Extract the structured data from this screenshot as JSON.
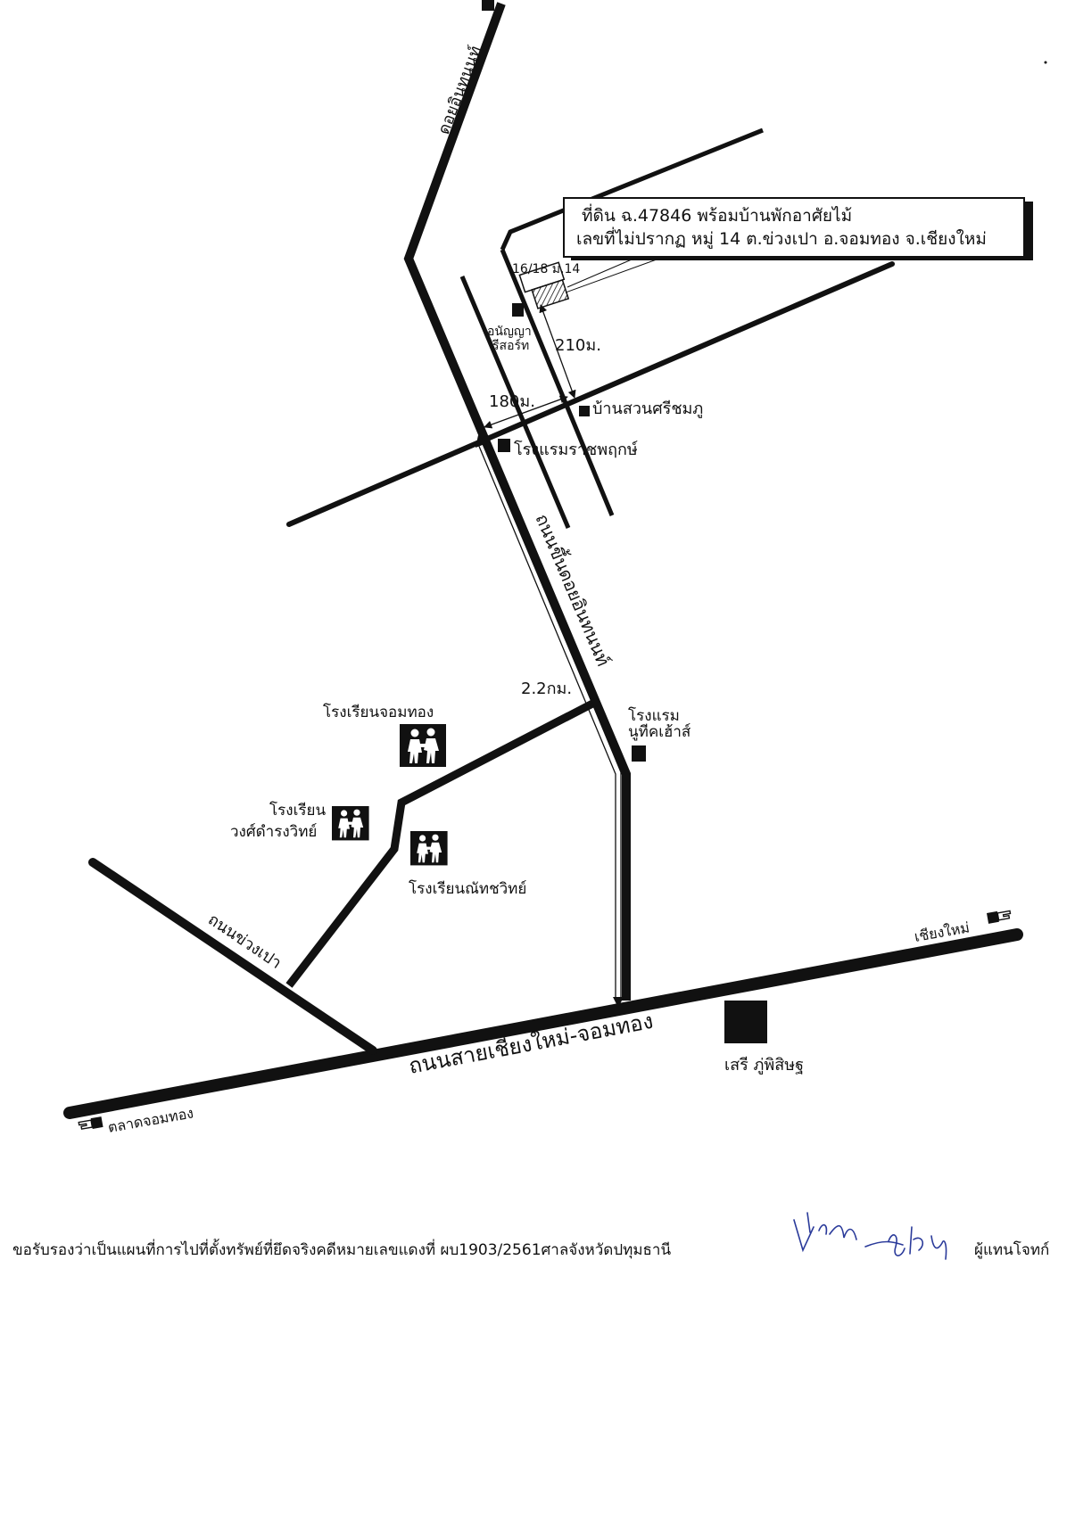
{
  "plot": {
    "title_line1": "ที่ดิน ฉ.47846 พร้อมบ้านพักอาศัยไม้",
    "title_line2": "เลขที่ไม่ปรากฏ หมู่ 14 ต.ข่วงเปา อ.จอมทอง จ.เชียงใหม่",
    "house_no": "16/18 ม.14"
  },
  "roads": {
    "doi_inthanon_top": "ดอยอินทนนท์",
    "doi_inthanon_road": "ถนนขึ้นดอยอินทนนท์",
    "chiangmai_jomthong": "ถนนสายเชียงใหม่-จอมทอง",
    "khuang_pao": "ถนนข่วงเปา",
    "to_chiangmai": "เชียงใหม่",
    "to_market": "ตลาดจอมทอง"
  },
  "distances": {
    "d210": "210ม.",
    "d180": "180ม.",
    "d22": "2.2กม."
  },
  "landmarks": {
    "anyanya_1": "อนัญญา",
    "anyanya_2": "รีสอร์ท",
    "ban_suan": "บ้านสวนศรีชมภู",
    "rachaphruek": "โรงแรมราชพฤกษ์",
    "nutty_1": "โรงแรม",
    "nutty_2": "นูทีคเฮ้าส์",
    "seri": "เสรี ภู่พิสิษฐ"
  },
  "schools": {
    "jomthong": "โรงเรียนจอมทอง",
    "wongsadamrong_1": "โรงเรียน",
    "wongsadamrong_2": "วงศ์ดำรงวิทย์",
    "nattachawit": "โรงเรียนณัทชวิทย์"
  },
  "footer": {
    "certification": "ขอรับรองว่าเป็นแผนที่การไปที่ตั้งทรัพย์ที่ยึดจริงคดีหมายเลขแดงที่ ผบ1903/2561ศาลจังหวัดปทุมธานี",
    "representative": "ผู้แทนโจทก์"
  },
  "colors": {
    "ink": "#111111",
    "signature": "#2a3a9a"
  },
  "icons": [
    "pointing-hand-icon",
    "school-children-icon",
    "landmark-square-icon"
  ]
}
